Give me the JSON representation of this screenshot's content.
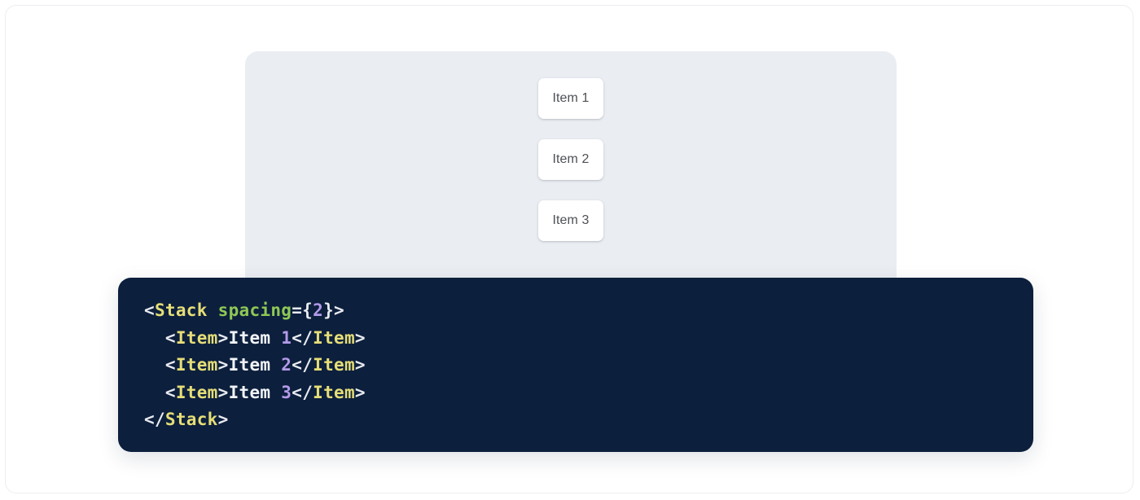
{
  "preview": {
    "component_name": "Stack",
    "items": [
      {
        "label": "Item 1"
      },
      {
        "label": "Item 2"
      },
      {
        "label": "Item 3"
      }
    ]
  },
  "code": {
    "language": "jsx",
    "lines": [
      {
        "indent": "",
        "tokens": [
          {
            "type": "punc",
            "text": "<"
          },
          {
            "type": "tag",
            "text": "Stack"
          },
          {
            "type": "punc",
            "text": " "
          },
          {
            "type": "attr",
            "text": "spacing"
          },
          {
            "type": "punc",
            "text": "={"
          },
          {
            "type": "num",
            "text": "2"
          },
          {
            "type": "punc",
            "text": "}>"
          }
        ]
      },
      {
        "indent": "  ",
        "tokens": [
          {
            "type": "punc",
            "text": "<"
          },
          {
            "type": "tag",
            "text": "Item"
          },
          {
            "type": "punc",
            "text": ">"
          },
          {
            "type": "text",
            "text": "Item "
          },
          {
            "type": "num",
            "text": "1"
          },
          {
            "type": "punc",
            "text": "</"
          },
          {
            "type": "tag",
            "text": "Item"
          },
          {
            "type": "punc",
            "text": ">"
          }
        ]
      },
      {
        "indent": "  ",
        "tokens": [
          {
            "type": "punc",
            "text": "<"
          },
          {
            "type": "tag",
            "text": "Item"
          },
          {
            "type": "punc",
            "text": ">"
          },
          {
            "type": "text",
            "text": "Item "
          },
          {
            "type": "num",
            "text": "2"
          },
          {
            "type": "punc",
            "text": "</"
          },
          {
            "type": "tag",
            "text": "Item"
          },
          {
            "type": "punc",
            "text": ">"
          }
        ]
      },
      {
        "indent": "  ",
        "tokens": [
          {
            "type": "punc",
            "text": "<"
          },
          {
            "type": "tag",
            "text": "Item"
          },
          {
            "type": "punc",
            "text": ">"
          },
          {
            "type": "text",
            "text": "Item "
          },
          {
            "type": "num",
            "text": "3"
          },
          {
            "type": "punc",
            "text": "</"
          },
          {
            "type": "tag",
            "text": "Item"
          },
          {
            "type": "punc",
            "text": ">"
          }
        ]
      },
      {
        "indent": "",
        "tokens": [
          {
            "type": "punc",
            "text": "</"
          },
          {
            "type": "tag",
            "text": "Stack"
          },
          {
            "type": "punc",
            "text": ">"
          }
        ]
      }
    ]
  },
  "colors": {
    "page_background": "#ffffff",
    "frame_border": "#eceef1",
    "preview_background": "#eaedf2",
    "item_background": "#ffffff",
    "item_text": "#4d5055",
    "code_background": "#0c1f3d",
    "code_punctuation": "#e9ebf0",
    "code_tag": "#e6de77",
    "code_attribute": "#8fc855",
    "code_number": "#b39ae8",
    "code_text": "#f2f4f8"
  }
}
